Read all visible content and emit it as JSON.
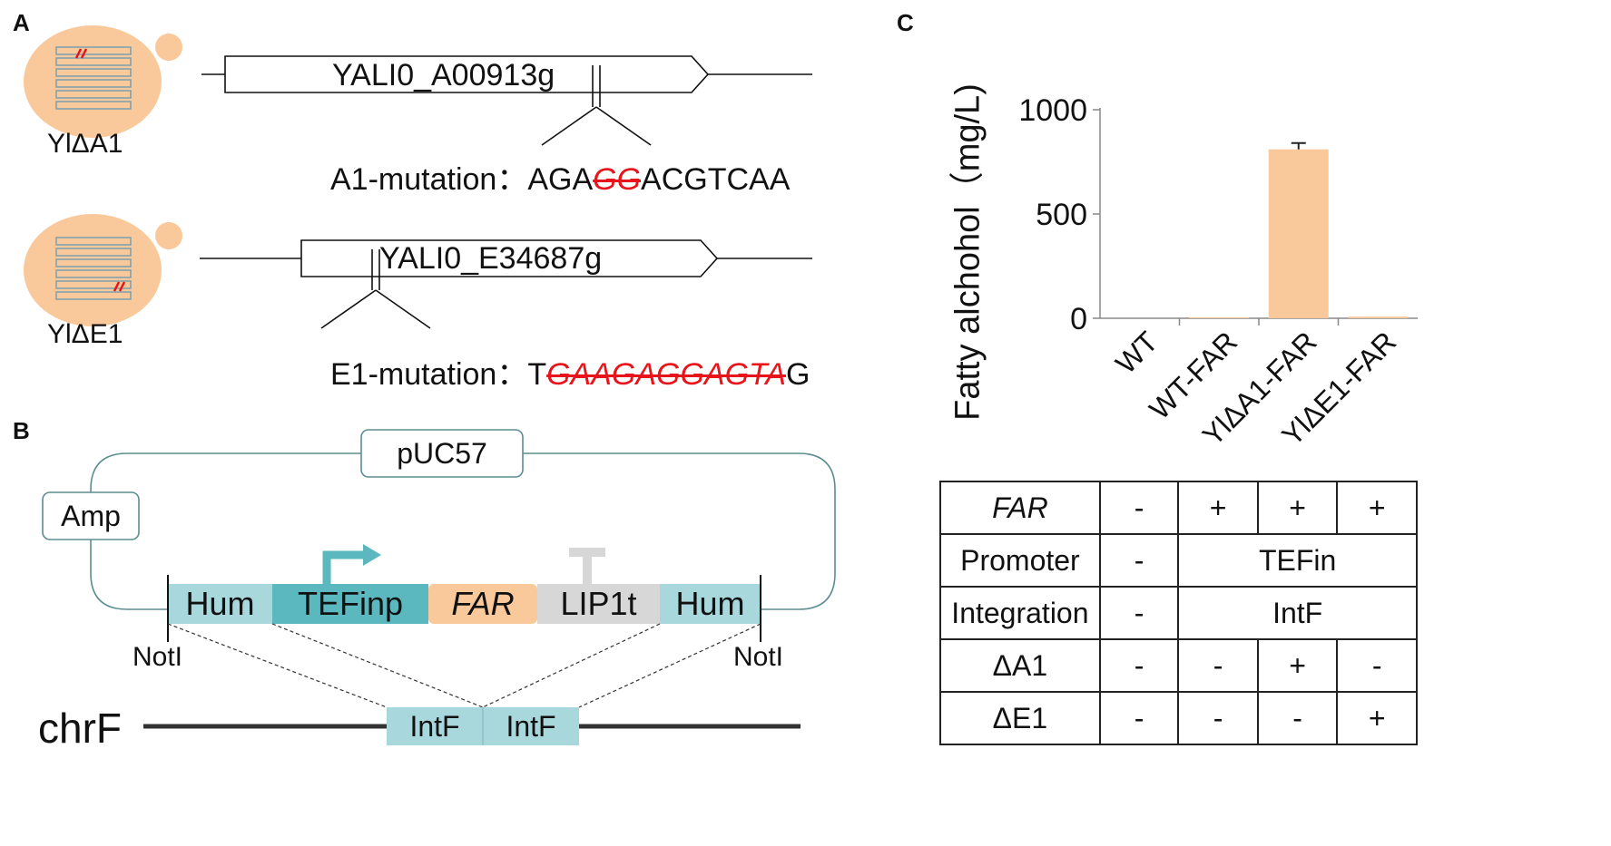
{
  "panels": {
    "a": "A",
    "b": "B",
    "c": "C"
  },
  "panelA": {
    "strain1": "YlΔA1",
    "gene1": "YALI0_A00913g",
    "mut1_label": "A1-mutation：",
    "mut1_prefix": "AGA",
    "mut1_deleted": "GG",
    "mut1_suffix": "ACGTCAA",
    "strain2": "YlΔE1",
    "gene2": "YALI0_E34687g",
    "mut2_label": "E1-mutation：",
    "mut2_prefix": "T",
    "mut2_deleted": "GAAGAGGAGTA",
    "mut2_suffix": "G",
    "cell_color": "#f9c89b",
    "mut_color": "#e8141c"
  },
  "panelB": {
    "backbone": "pUC57",
    "marker": "Amp",
    "parts": [
      "Hum",
      "TEFinp",
      "FAR",
      "LIP1t",
      "Hum"
    ],
    "site_left": "NotI",
    "site_right": "NotI",
    "chrom": "chrF",
    "int_left": "IntF",
    "int_right": "IntF",
    "colors": {
      "hum": "#a8d7dc",
      "tef": "#5bb8bf",
      "far": "#f9c89b",
      "lip": "#d7d7d7",
      "arrow": "#5bb8bf"
    }
  },
  "chart_data": {
    "type": "bar",
    "categories": [
      "WT",
      "WT-FAR",
      "YlΔA1-FAR",
      "YlΔE1-FAR"
    ],
    "values": [
      0,
      5,
      810,
      8
    ],
    "errors": [
      0,
      0,
      30,
      0
    ],
    "ylabel": "Fatty alchohol（mg/L)",
    "ylim": [
      0,
      1000
    ],
    "yticks": [
      0,
      500,
      1000
    ],
    "grid": false,
    "bar_color": "#f9c89b"
  },
  "table": {
    "rows": [
      {
        "label": "FAR",
        "italic": true,
        "cells": [
          {
            "v": "-",
            "span": 1
          },
          {
            "v": "+",
            "span": 1
          },
          {
            "v": "+",
            "span": 1
          },
          {
            "v": "+",
            "span": 1
          }
        ]
      },
      {
        "label": "Promoter",
        "italic": false,
        "cells": [
          {
            "v": "-",
            "span": 1
          },
          {
            "v": "TEFin",
            "span": 3
          }
        ]
      },
      {
        "label": "Integration",
        "italic": false,
        "cells": [
          {
            "v": "-",
            "span": 1
          },
          {
            "v": "IntF",
            "span": 3
          }
        ]
      },
      {
        "label": "ΔA1",
        "italic": false,
        "cells": [
          {
            "v": "-",
            "span": 1
          },
          {
            "v": "-",
            "span": 1
          },
          {
            "v": "+",
            "span": 1
          },
          {
            "v": "-",
            "span": 1
          }
        ]
      },
      {
        "label": "ΔE1",
        "italic": false,
        "cells": [
          {
            "v": "-",
            "span": 1
          },
          {
            "v": "-",
            "span": 1
          },
          {
            "v": "-",
            "span": 1
          },
          {
            "v": "+",
            "span": 1
          }
        ]
      }
    ]
  }
}
